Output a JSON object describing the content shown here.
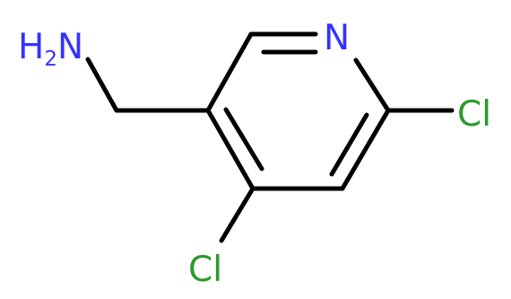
{
  "molecule": {
    "atoms": [
      {
        "id": "amine",
        "symbol": "H2N",
        "main": "H",
        "subscript": "2",
        "tail": "N",
        "color": "#3333ff"
      },
      {
        "id": "ring_n",
        "symbol": "N",
        "main": "N",
        "color": "#3333ff"
      },
      {
        "id": "cl_6",
        "symbol": "Cl",
        "main": "Cl",
        "color": "#2a9a2a"
      },
      {
        "id": "cl_4",
        "symbol": "Cl",
        "main": "Cl",
        "color": "#2a9a2a"
      }
    ],
    "bond_color": "#000000"
  }
}
